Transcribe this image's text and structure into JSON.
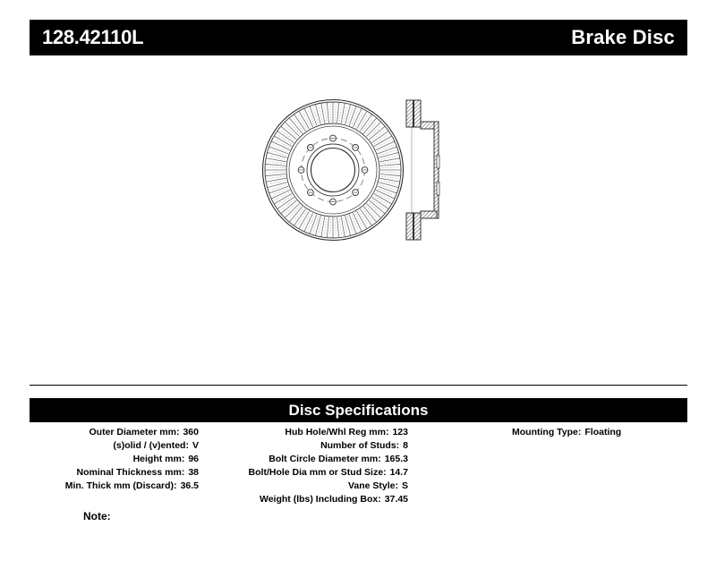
{
  "header": {
    "part_number": "128.42110L",
    "product_type": "Brake Disc"
  },
  "drawing": {
    "front_view_name": "brake-rotor-front-view",
    "side_view_name": "brake-rotor-cross-section-view"
  },
  "specifications": {
    "title": "Disc Specifications",
    "columns": [
      {
        "rows": [
          {
            "label": "Outer Diameter mm:",
            "value": "360"
          },
          {
            "label": "(s)olid / (v)ented:",
            "value": "V"
          },
          {
            "label": "Height mm:",
            "value": "96"
          },
          {
            "label": "Nominal Thickness mm:",
            "value": "38"
          },
          {
            "label": "Min. Thick mm (Discard):",
            "value": "36.5"
          }
        ]
      },
      {
        "rows": [
          {
            "label": "Hub Hole/Whl Reg mm:",
            "value": "123"
          },
          {
            "label": "Number of Studs:",
            "value": "8"
          },
          {
            "label": "Bolt Circle Diameter mm:",
            "value": "165.3"
          },
          {
            "label": "Bolt/Hole Dia mm or Stud Size:",
            "value": "14.7"
          },
          {
            "label": "Vane Style:",
            "value": "S"
          },
          {
            "label": "Weight (lbs) Including Box:",
            "value": "37.45"
          }
        ]
      },
      {
        "rows": [
          {
            "label": "Mounting Type:",
            "value": "Floating"
          }
        ]
      }
    ]
  },
  "note": {
    "label": "Note:",
    "value": ""
  },
  "colors": {
    "bar_background": "#000000",
    "bar_text": "#ffffff",
    "page_background": "#ffffff",
    "line": "#000000"
  }
}
